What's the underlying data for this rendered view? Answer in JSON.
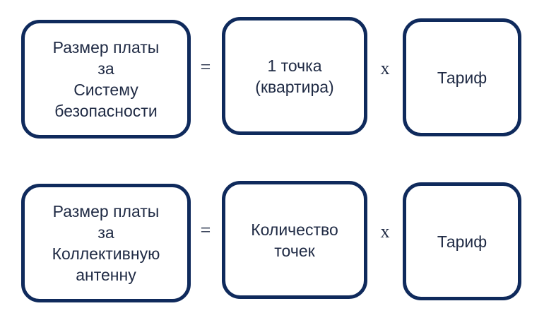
{
  "rows": [
    {
      "lhs_lines": [
        "Размер платы",
        "за",
        "Систему",
        "безопасности"
      ],
      "equals": "=",
      "mid_lines": [
        "1 точка",
        "(квартира)"
      ],
      "times": "x",
      "rhs_lines": [
        "Тариф"
      ]
    },
    {
      "lhs_lines": [
        "Размер платы",
        "за",
        "Коллективную",
        "антенну"
      ],
      "equals": "=",
      "mid_lines": [
        "Количество",
        "точек"
      ],
      "times": "x",
      "rhs_lines": [
        "Тариф"
      ]
    }
  ],
  "colors": {
    "box_border": "#0f2a5c",
    "text": "#1f2a44"
  }
}
